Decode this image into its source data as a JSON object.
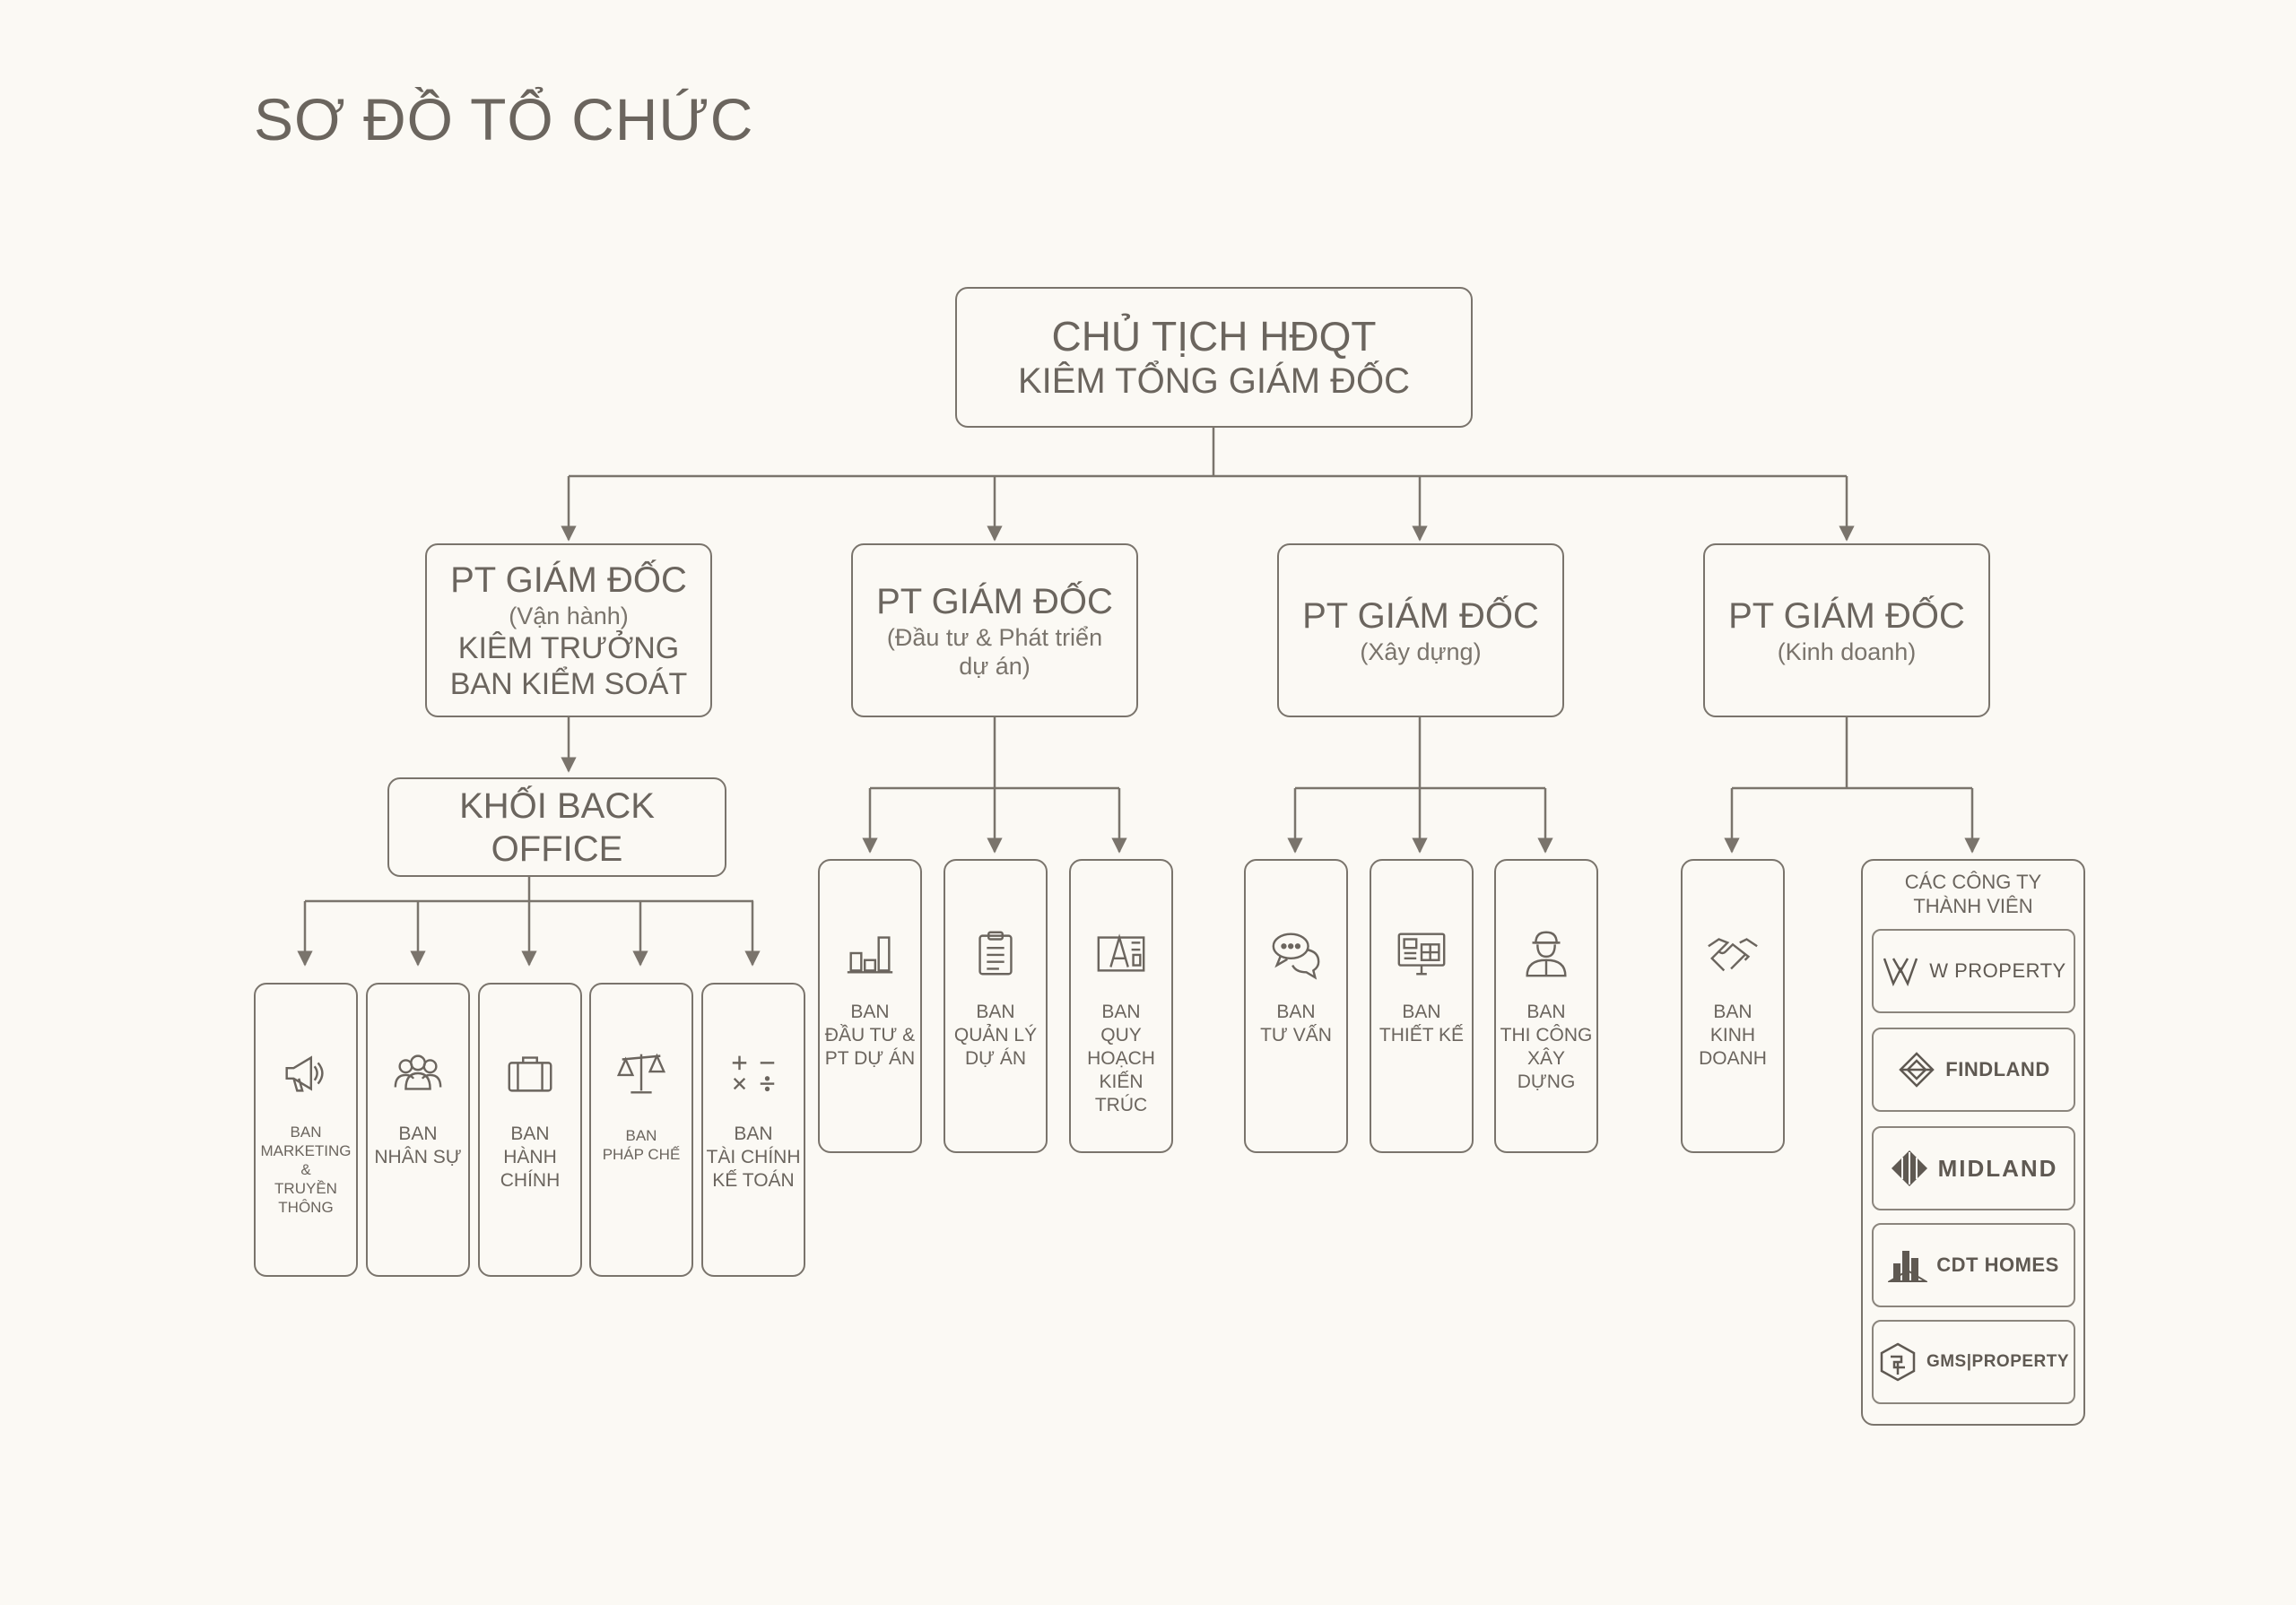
{
  "title": "SƠ ĐỒ TỔ CHỨC",
  "ceo": {
    "line1": "CHỦ TỊCH HĐQT",
    "line2": "KIÊM TỔNG GIÁM ĐỐC"
  },
  "vps": [
    {
      "title": "PT GIÁM ĐỐC",
      "sub": "(Vận hành)",
      "extra": "KIÊM TRƯỞNG\nBAN KIỂM SOÁT"
    },
    {
      "title": "PT GIÁM ĐỐC",
      "sub": "(Đầu tư & Phát triển\ndự án)"
    },
    {
      "title": "PT GIÁM ĐỐC",
      "sub": "(Xây dựng)"
    },
    {
      "title": "PT GIÁM ĐỐC",
      "sub": "(Kinh doanh)"
    }
  ],
  "back_office": {
    "title": "KHỐI BACK OFFICE"
  },
  "back_office_depts": [
    {
      "label": "BAN\nMARKETING &\nTRUYỀN THÔNG",
      "icon": "megaphone-icon"
    },
    {
      "label": "BAN\nNHÂN SỰ",
      "icon": "people-icon"
    },
    {
      "label": "BAN\nHÀNH CHÍNH",
      "icon": "briefcase-icon"
    },
    {
      "label": "BAN\nPHÁP CHẾ",
      "icon": "scales-icon"
    },
    {
      "label": "BAN\nTÀI CHÍNH\nKẾ TOÁN",
      "icon": "calculator-icon"
    }
  ],
  "investment_depts": [
    {
      "label": "BAN\nĐẦU TƯ &\nPT DỰ ÁN",
      "icon": "bar-chart-icon"
    },
    {
      "label": "BAN\nQUẢN LÝ\nDỰ ÁN",
      "icon": "clipboard-icon"
    },
    {
      "label": "BAN\nQUY HOẠCH\nKIẾN TRÚC",
      "icon": "blueprint-icon"
    }
  ],
  "construction_depts": [
    {
      "label": "BAN\nTƯ VẤN",
      "icon": "chat-bubbles-icon"
    },
    {
      "label": "BAN\nTHIẾT KẾ",
      "icon": "monitor-design-icon"
    },
    {
      "label": "BAN\nTHI CÔNG\nXÂY DỰNG",
      "icon": "worker-icon"
    }
  ],
  "sales_depts": [
    {
      "label": "BAN\nKINH DOANH",
      "icon": "handshake-icon"
    }
  ],
  "member_companies": {
    "title": "CÁC CÔNG TY\nTHÀNH VIÊN",
    "items": [
      {
        "name": "W PROPERTY",
        "icon": "w-property-logo"
      },
      {
        "name": "FINDLAND",
        "icon": "findland-logo"
      },
      {
        "name": "MIDLAND",
        "icon": "midland-logo"
      },
      {
        "name": "CDT HOMES",
        "icon": "cdt-homes-logo"
      },
      {
        "name": "GMS|PROPERTY",
        "icon": "gms-property-logo"
      }
    ]
  },
  "colors": {
    "background": "#fbf9f4",
    "line": "#7a746c",
    "text": "#6b655e"
  }
}
